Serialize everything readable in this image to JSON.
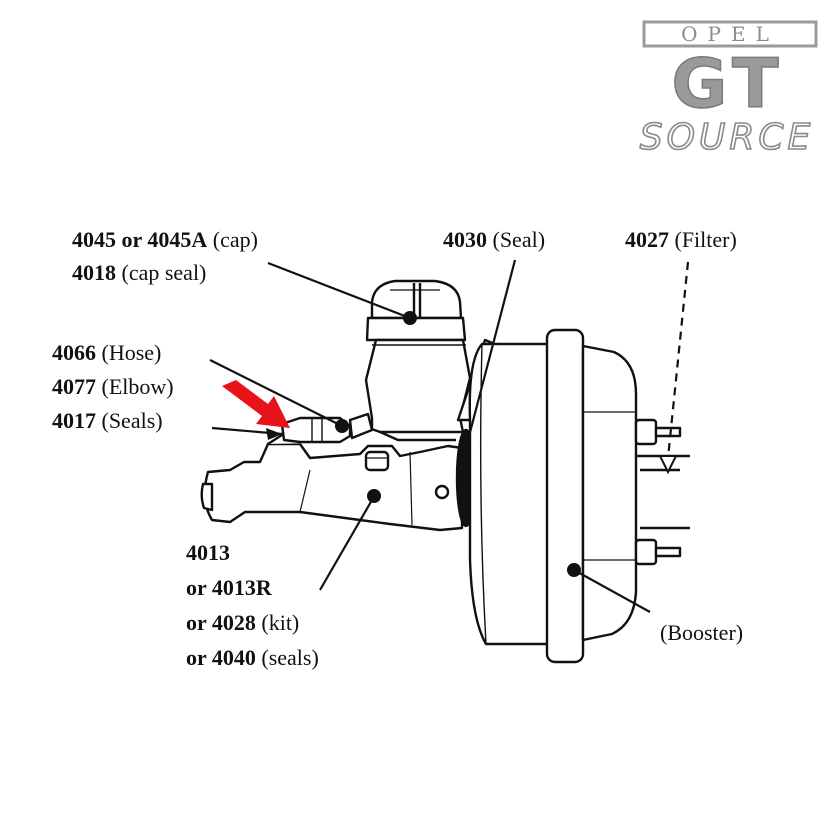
{
  "logo": {
    "brand": "OPEL",
    "model": "GT",
    "source": "SOURCE",
    "colors": {
      "gray": "#9a9a9a",
      "dark": "#6e6e6e"
    }
  },
  "callouts": {
    "cap": {
      "line1_part": "4045 or 4045A",
      "line1_desc": " (cap)",
      "line2_part": "4018",
      "line2_desc": " (cap seal)"
    },
    "seal": {
      "part": "4030",
      "desc": " (Seal)"
    },
    "filter": {
      "part": "4027",
      "desc": " (Filter)"
    },
    "hose": {
      "part": "4066",
      "desc": " (Hose)"
    },
    "elbow": {
      "part": "4077",
      "desc": " (Elbow)"
    },
    "seals": {
      "part": "4017",
      "desc": " (Seals)"
    },
    "master": {
      "line1_part": "4013",
      "line2_part": "or 4013R",
      "line3_part": "or 4028",
      "line3_desc": " (kit)",
      "line4_part": "or 4040",
      "line4_desc": " (seals)"
    },
    "booster": {
      "desc": "(Booster)"
    }
  },
  "colors": {
    "arrow": "#e8121b",
    "ink": "#111111"
  }
}
